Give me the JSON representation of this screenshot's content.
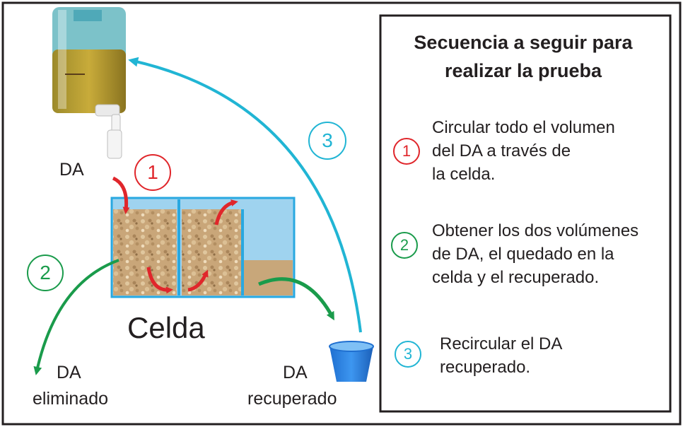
{
  "diagram": {
    "labels": {
      "source": "DA",
      "cell": "Celda",
      "removed_line1": "DA",
      "removed_line2": "eliminado",
      "recovered_line1": "DA",
      "recovered_line2": "recuperado"
    },
    "arrow_numbers": {
      "fill": "1",
      "remove": "2",
      "recirculate": "3"
    }
  },
  "sequence": {
    "title_line1": "Secuencia a seguir para",
    "title_line2": "realizar la prueba",
    "steps": [
      {
        "number": "1",
        "lines": [
          "Circular todo el volumen",
          "del DA a través de",
          "la celda."
        ]
      },
      {
        "number": "2",
        "lines": [
          "Obtener los dos volúmenes",
          "de DA, el quedado en la",
          "celda y el recuperado."
        ]
      },
      {
        "number": "3",
        "lines": [
          "Recircular el DA",
          "recuperado."
        ]
      }
    ]
  },
  "colors": {
    "step1": "#e0262b",
    "step2": "#1a9b4b",
    "step3": "#21b5d4",
    "cell_frame": "#29a8e0",
    "sand": "#c8a77a",
    "text": "#231f20"
  }
}
